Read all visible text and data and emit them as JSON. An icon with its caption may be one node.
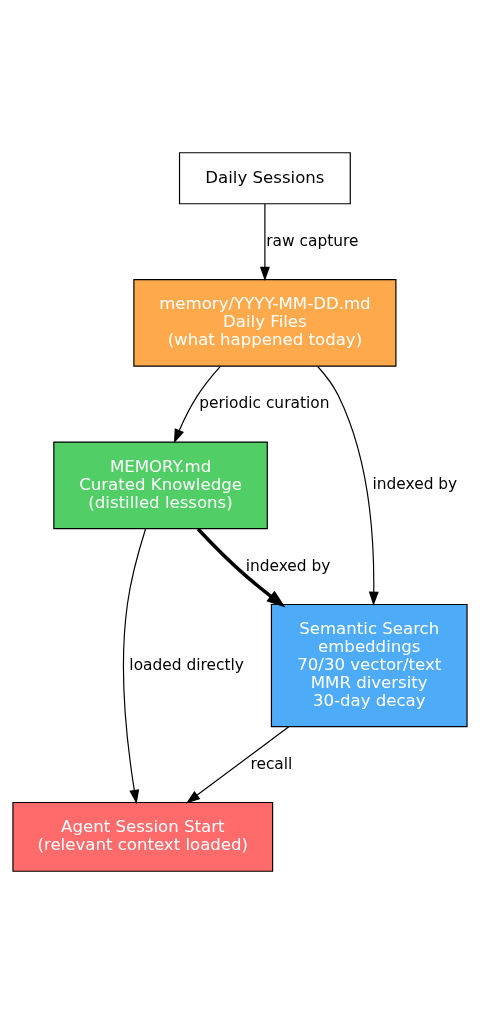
{
  "diagram": {
    "nodes": [
      {
        "text": [
          "Daily Sessions"
        ]
      },
      {
        "text": [
          "memory/YYYY-MM-DD.md",
          "Daily Files",
          "(what happened today)"
        ]
      },
      {
        "text": [
          "MEMORY.md",
          "Curated Knowledge",
          "(distilled lessons)"
        ]
      },
      {
        "text": [
          "Semantic Search",
          "embeddings",
          "70/30 vector/text",
          "MMR diversity",
          "30-day decay"
        ]
      },
      {
        "text": [
          "Agent Session Start",
          "(relevant context loaded)"
        ]
      }
    ],
    "edges": [
      {
        "from": 0,
        "to": 1,
        "arrow": "to",
        "label": "raw capture"
      },
      {
        "from": 1,
        "to": 3,
        "arrow": "to",
        "label": "indexed by"
      },
      {
        "from": 1,
        "to": 2,
        "arrow": "to",
        "label": "periodic curation"
      },
      {
        "from": 2,
        "to": 3,
        "arrow": "to",
        "label": "indexed by",
        "style": "thick"
      },
      {
        "from": 3,
        "to": 4,
        "arrow": "to",
        "label": "recall"
      },
      {
        "from": 2,
        "to": 4,
        "arrow": "to",
        "label": "loaded directly"
      }
    ]
  }
}
